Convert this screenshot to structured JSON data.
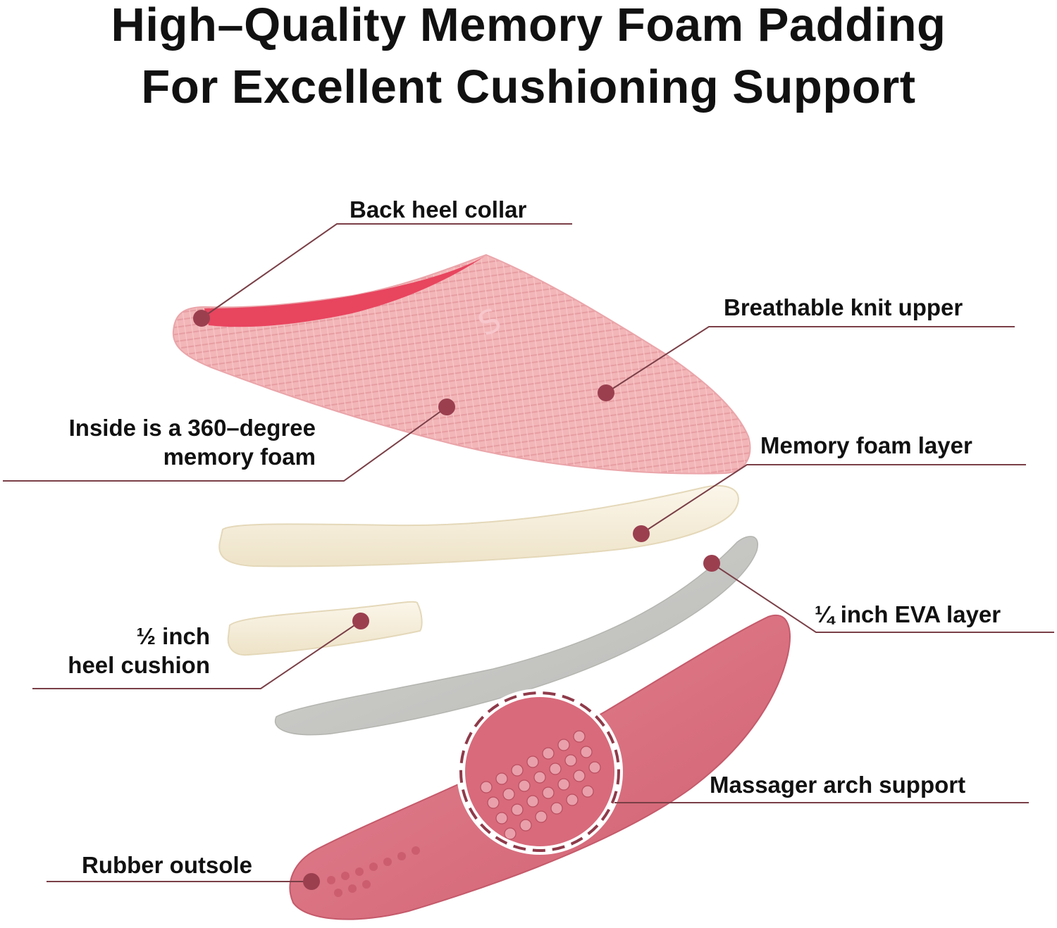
{
  "headline": {
    "line1": "High–Quality Memory Foam Padding",
    "line2": "For Excellent Cushioning Support"
  },
  "labels": {
    "back_heel_collar": "Back heel collar",
    "breathable_knit_upper": "Breathable knit upper",
    "inside_memory_foam_line1": "Inside is a 360–degree",
    "inside_memory_foam_line2": "memory foam",
    "memory_foam_layer": "Memory foam layer",
    "heel_cushion_fraction": "½",
    "heel_cushion_line1": " inch",
    "heel_cushion_line2": "heel cushion",
    "eva_layer_fraction": "¼",
    "eva_layer_text": " inch EVA layer",
    "massager_arch_support": "Massager arch support",
    "rubber_outsole": "Rubber outsole"
  },
  "colors": {
    "callout_line": "#7a3f47",
    "callout_dot": "#9b3f4f",
    "upper_pink": "#f3b4b7",
    "inner_lining": "#e8455f",
    "memory_foam": "#f6efdc",
    "eva_gray": "#c9c9c6",
    "outsole_pink": "#d8707f"
  }
}
